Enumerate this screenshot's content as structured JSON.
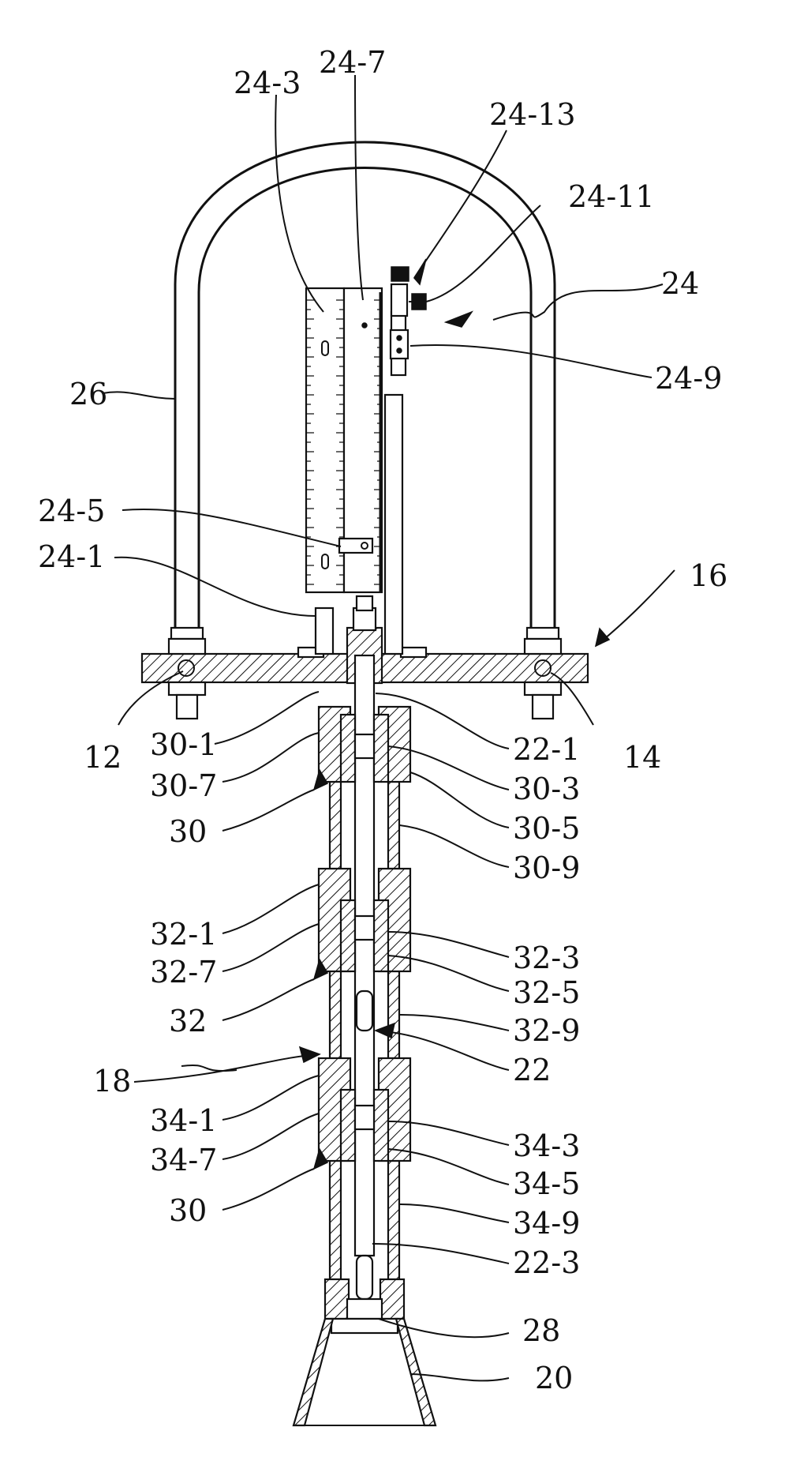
{
  "labels": {
    "l24_3": "24-3",
    "l24_7": "24-7",
    "l24_13": "24-13",
    "l24_11": "24-11",
    "l24": "24",
    "l24_9": "24-9",
    "l26": "26",
    "l24_5": "24-5",
    "l24_1": "24-1",
    "l16": "16",
    "l12": "12",
    "l14": "14",
    "l30_1": "30-1",
    "l22_1": "22-1",
    "l30_7": "30-7",
    "l30_3": "30-3",
    "l30_5": "30-5",
    "l30a": "30",
    "l30_9": "30-9",
    "l32_1": "32-1",
    "l32_3": "32-3",
    "l32_7": "32-7",
    "l32_5": "32-5",
    "l32": "32",
    "l32_9": "32-9",
    "l18": "18",
    "l22": "22",
    "l34_1": "34-1",
    "l34_3": "34-3",
    "l34_7": "34-7",
    "l34_5": "34-5",
    "l30b": "30",
    "l34_9": "34-9",
    "l22_3": "22-3",
    "l28": "28",
    "l20": "20"
  }
}
